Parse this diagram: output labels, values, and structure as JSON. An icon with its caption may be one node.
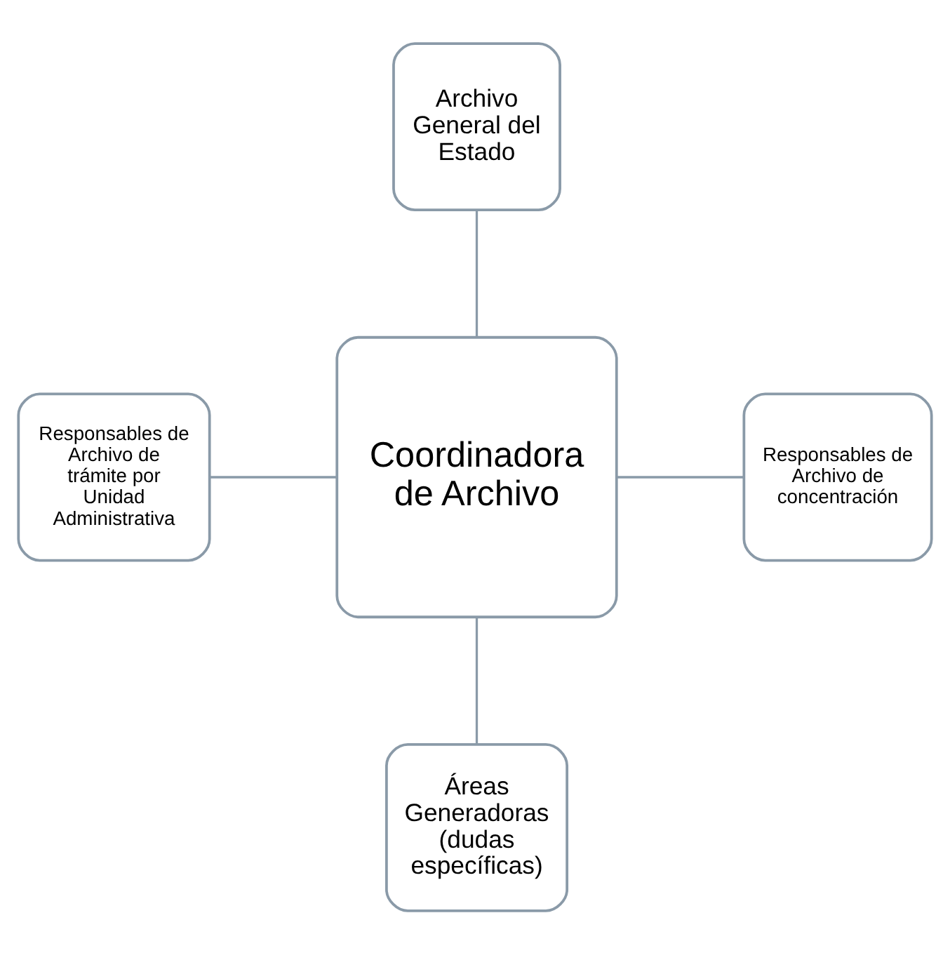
{
  "diagram": {
    "nodes": [
      {
        "text": [
          "Archivo General del Estado"
        ]
      },
      {
        "text": [
          "Responsables de Archivo de trámite por Unidad Administrativa"
        ]
      },
      {
        "text": [
          "Coordinadora de Archivo"
        ]
      },
      {
        "text": [
          "Responsables de Archivo de concentración"
        ]
      },
      {
        "text": [
          "Áreas Generadoras (dudas específicas)"
        ]
      }
    ],
    "edges": [
      {
        "from": 0,
        "to": 2,
        "arrow": "none"
      },
      {
        "from": 1,
        "to": 2,
        "arrow": "none"
      },
      {
        "from": 2,
        "to": 3,
        "arrow": "none"
      },
      {
        "from": 2,
        "to": 4,
        "arrow": "none"
      }
    ]
  }
}
